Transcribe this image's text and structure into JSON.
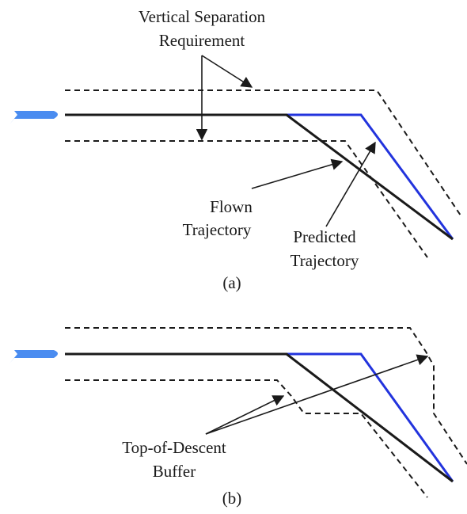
{
  "colors": {
    "predicted": "#2233dd",
    "flown": "#1a1a1a",
    "aircraft": "#4a8cf0"
  },
  "panel_a": {
    "label_vsr_1": "Vertical Separation",
    "label_vsr_2": "Requirement",
    "label_flown_1": "Flown",
    "label_flown_2": "Trajectory",
    "label_pred_1": "Predicted",
    "label_pred_2": "Trajectory",
    "caption": "(a)"
  },
  "panel_b": {
    "label_tod_1": "Top-of-Descent",
    "label_tod_2": "Buffer",
    "caption": "(b)"
  },
  "icons": [
    "aircraft-icon"
  ]
}
